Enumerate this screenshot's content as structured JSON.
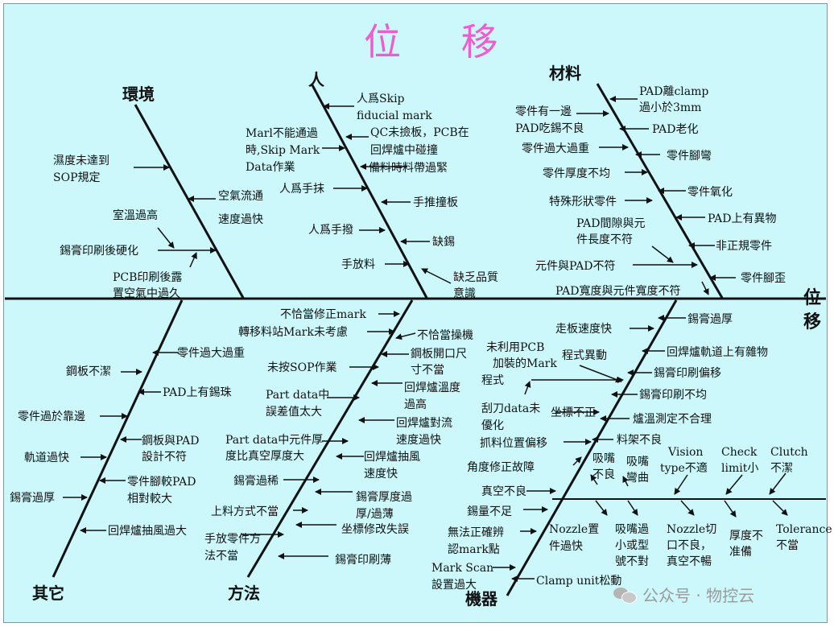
{
  "title": "位 移",
  "effect": [
    "位",
    "移"
  ],
  "categories": {
    "environment": "環境",
    "people": "人",
    "material": "材料",
    "other": "其它",
    "method": "方法",
    "machine": "機器"
  },
  "causes": {
    "environment": [
      "濕度未達到",
      "SOP規定",
      "空氣流通",
      "速度過快",
      "室溫過高",
      "錫膏印刷後硬化",
      "PCB印刷後露",
      "置空氣中過久"
    ],
    "people": [
      "人爲Skip",
      "fiducial mark",
      "Marl不能通過",
      "時,Skip Mark",
      "Data作業",
      "QC未撿板，PCB在",
      "回焊爐中碰撞",
      "備料時料帶過緊",
      "人爲手抹",
      "手推撞板",
      "人爲手撥",
      "缺錫",
      "手放料",
      "缺乏品質",
      "意識"
    ],
    "material": [
      "PAD離clamp",
      "過小於3mm",
      "零件有一邊",
      "PAD吃錫不良",
      "PAD老化",
      "零件過大過重",
      "零件腳彎",
      "零件厚度不均",
      "零件氧化",
      "特殊形狀零件",
      "PAD上有異物",
      "PAD間隙與元",
      "件長度不符",
      "非正規零件",
      "元件與PAD不符",
      "零件腳歪",
      "PAD寬度與元件寬度不符"
    ],
    "other": [
      "鋼板不潔",
      "零件過大過重",
      "PAD上有錫珠",
      "零件過於靠邊",
      "鋼板與PAD",
      "設計不符",
      "軌道過快",
      "零件腳較PAD",
      "相對較大",
      "錫膏過厚",
      "回焊爐抽風過大"
    ],
    "method": [
      "不恰當修正mark",
      "轉移料站Mark未考慮",
      "不恰當操機",
      "鋼板開口尺",
      "寸不當",
      "未按SOP作業",
      "回焊爐溫度",
      "過高",
      "Part data中",
      "誤差值太大",
      "回焊爐對流",
      "速度過快",
      "Part data中元件厚",
      "度比真空厚度大",
      "回焊爐抽風",
      "速度快",
      "錫膏過稀",
      "錫膏厚度過",
      "厚/過薄",
      "上料方式不當",
      "坐標修改失誤",
      "手放零件方",
      "法不當",
      "錫膏印刷薄"
    ],
    "machine": [
      "走板速度快",
      "錫膏過厚",
      "未利用PCB",
      "加裝的Mark",
      "程式異動",
      "回焊爐軌道上有雜物",
      "程式",
      "錫膏印刷偏移",
      "錫膏印刷不均",
      "刮刀data未",
      "優化",
      "坐標不正",
      "爐溫測定不合理",
      "抓料位置偏移",
      "料架不良",
      "Vision",
      "type不適",
      "Check",
      "limit小",
      "Clutch",
      "不潔",
      "吸嘴",
      "不良",
      "吸嘴",
      "彎曲",
      "角度修正故障",
      "真空不良",
      "錫量不足",
      "Nozzle置",
      "件過快",
      "吸嘴過",
      "小或型",
      "號不對",
      "Nozzle切",
      "口不良，",
      "真空不暢",
      "厚度不",
      "准備",
      "Tolerance",
      "不當",
      "無法正確辨",
      "認mark點",
      "Mark Scan",
      "設置過大",
      "Clamp unit松動"
    ]
  },
  "watermark": "公众号 · 物控云"
}
